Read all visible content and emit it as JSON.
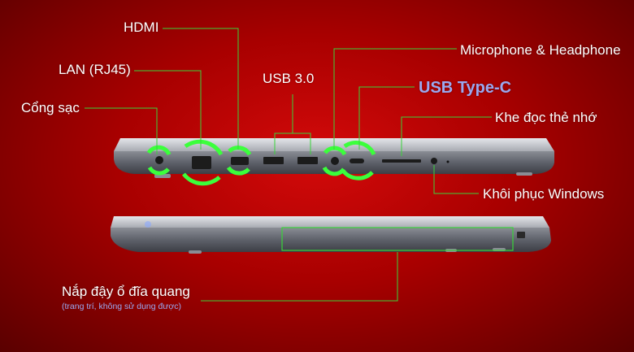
{
  "labels": {
    "charging_port": "Cổng sạc",
    "lan": "LAN (RJ45)",
    "hdmi": "HDMI",
    "usb3": "USB 3.0",
    "mic_headphone": "Microphone & Headphone",
    "usb_type_c": "USB Type-C",
    "card_reader": "Khe đọc thẻ nhớ",
    "recovery": "Khôi phục Windows",
    "optical_cover": "Nắp đậy ổ đĩa quang",
    "optical_note": "(trang trí, không sử dụng được)"
  },
  "colors": {
    "background": "#b00000",
    "callout_line": "#39d43a",
    "highlight_ring": "#3bff3b",
    "accent_text": "#9aa8f0",
    "laptop_body": "#6a6d76",
    "laptop_lid": "#c9ccd2"
  }
}
